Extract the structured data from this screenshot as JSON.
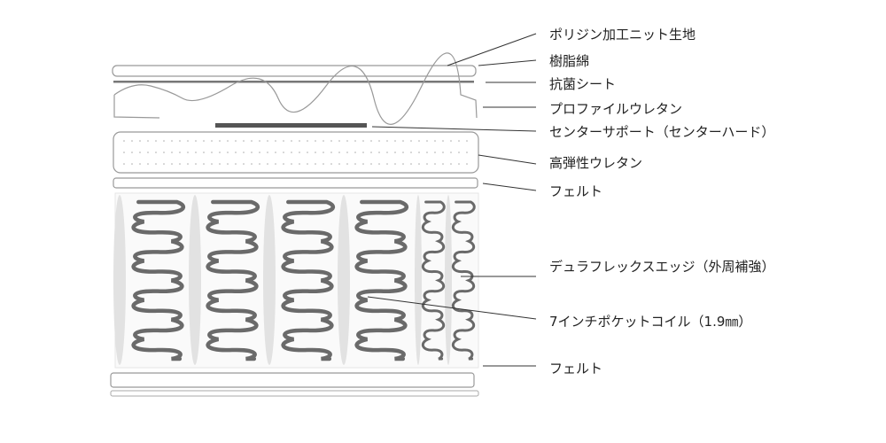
{
  "labels": {
    "cover": "ポリジン加工ニット生地",
    "resin_cotton": "樹脂綿",
    "antibacterial_sheet": "抗菌シート",
    "profile_urethane": "プロファイルウレタン",
    "center_support": "センターサポート（センターハード）",
    "high_resilience_urethane": "高弾性ウレタン",
    "felt_top": "フェルト",
    "dura_flex_edge": "デュラフレックスエッジ（外周補強）",
    "pocket_coil": "7インチポケットコイル（1.9㎜）",
    "felt_bottom": "フェルト"
  },
  "colors": {
    "coil": "#6a6a6a",
    "outline": "#999999",
    "separator": "#e2e2e2",
    "bar": "#555555"
  }
}
